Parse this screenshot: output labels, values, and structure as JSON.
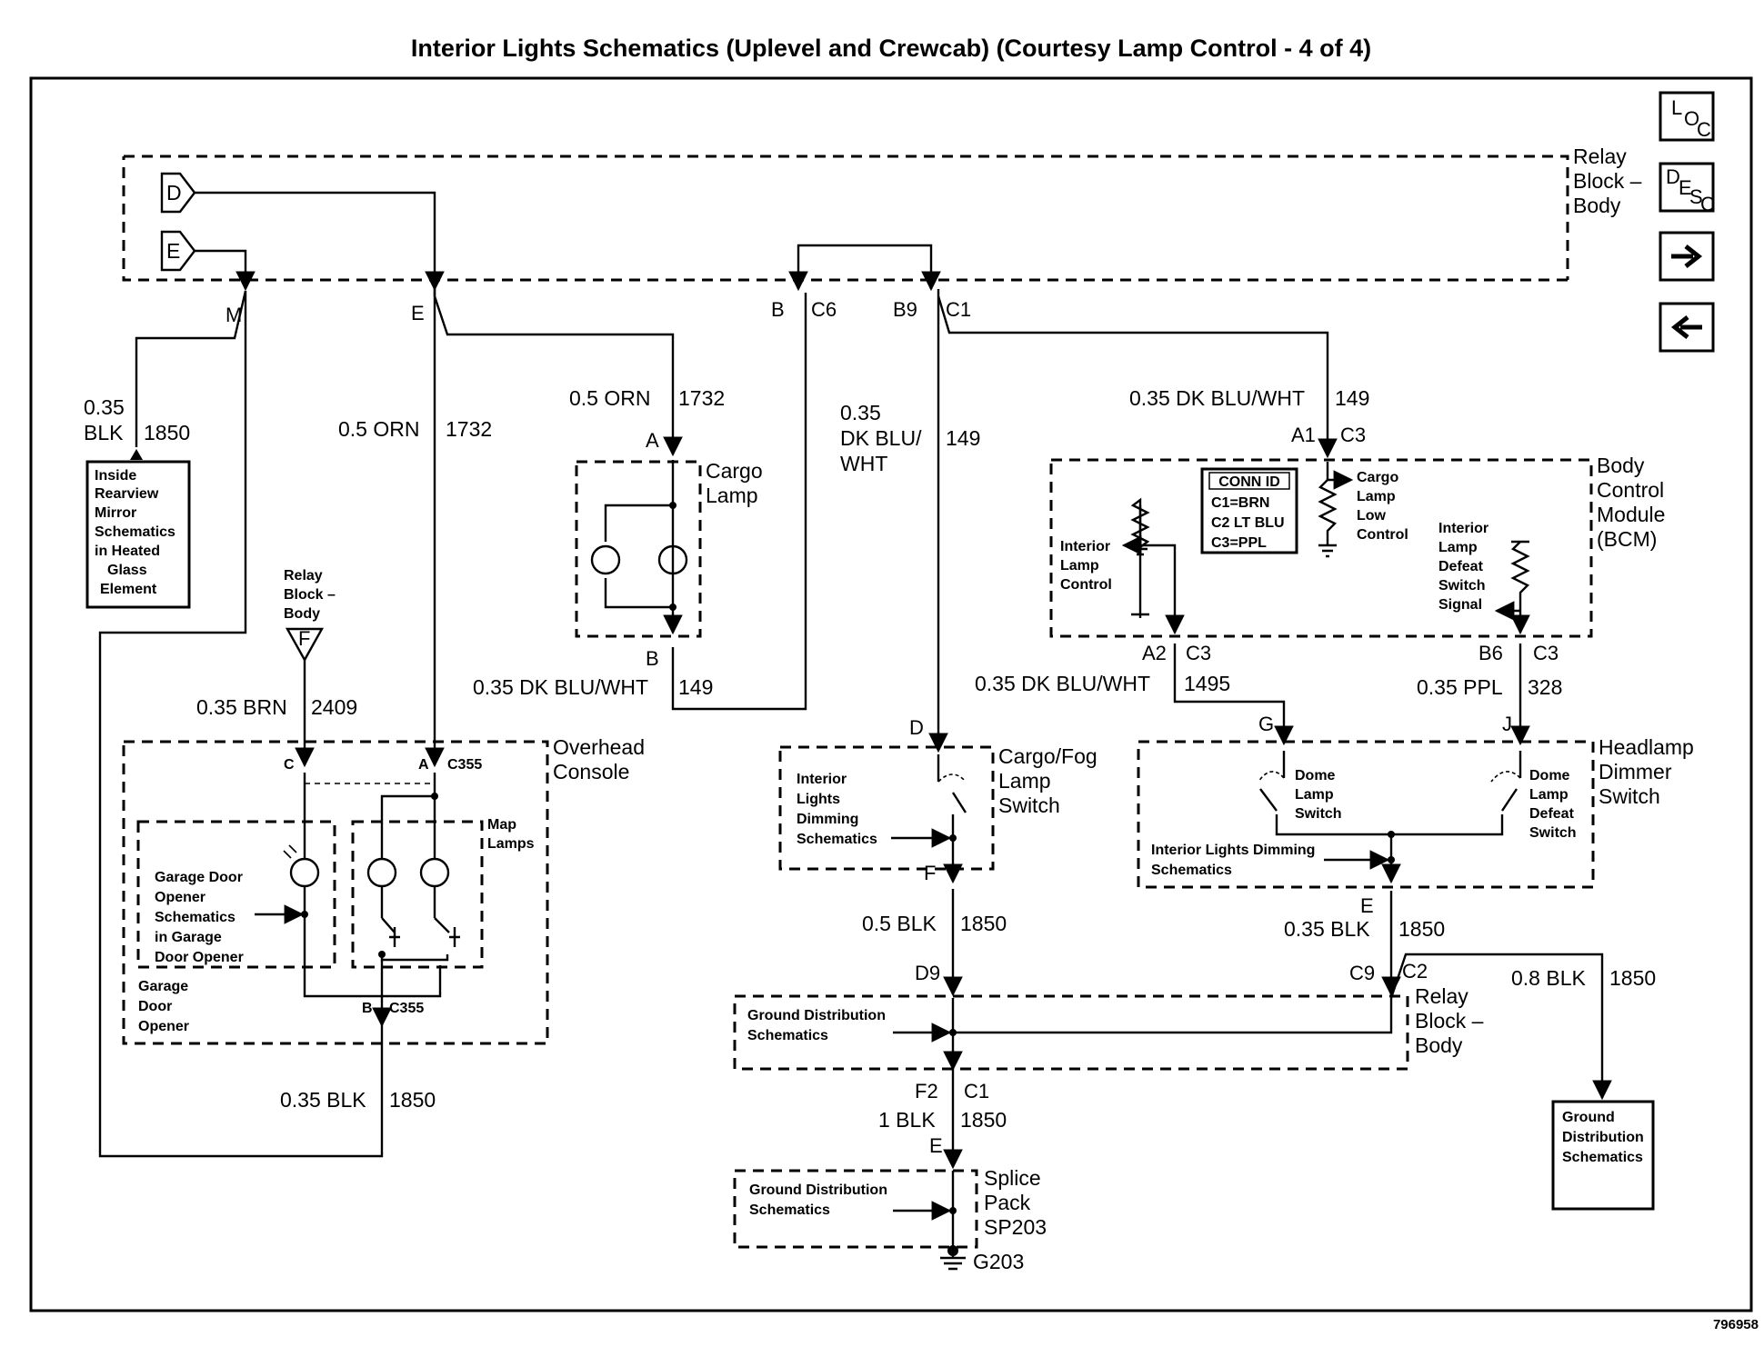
{
  "title": "Interior Lights Schematics (Uplevel and Crewcab) (Courtesy Lamp Control - 4 of 4)",
  "figure_id": "796958",
  "nav": {
    "loc": "LOC",
    "desc": "DESC",
    "next": "→",
    "prev": "←"
  },
  "relay_block_top": {
    "line1": "Relay",
    "line2": "Block –",
    "line3": "Body",
    "tag_d": "D",
    "tag_e": "E"
  },
  "pins_top": {
    "m": "M",
    "e": "E",
    "b": "B",
    "c6": "C6",
    "b9": "B9",
    "c1": "C1"
  },
  "mirror_wire": {
    "gauge": "0.35",
    "color": "BLK",
    "circuit": "1850"
  },
  "mirror_box": [
    "Inside",
    "Rearview",
    "Mirror",
    "Schematics",
    "in Heated",
    "Glass",
    "Element"
  ],
  "orn_wire_left": {
    "label": "0.5 ORN",
    "circuit": "1732"
  },
  "orn_wire_cargo": {
    "label": "0.5 ORN",
    "circuit": "1732"
  },
  "cargo_lamp": {
    "line1": "Cargo",
    "line2": "Lamp",
    "pin_a": "A",
    "pin_b": "B"
  },
  "cargo_return_wire": {
    "label": "0.35 DK BLU/WHT",
    "circuit": "149"
  },
  "center_wire": {
    "gauge": "0.35",
    "color1": "DK BLU/",
    "color2": "WHT",
    "circuit": "149"
  },
  "bcm_in_wire": {
    "label": "0.35 DK BLU/WHT",
    "circuit": "149",
    "pin": "A1",
    "conn": "C3"
  },
  "conn_id": {
    "header": "CONN ID",
    "rows": [
      "C1=BRN",
      "C2 LT BLU",
      "C3=PPL"
    ]
  },
  "bcm": {
    "line1": "Body",
    "line2": "Control",
    "line3": "Module",
    "line4": "(BCM)",
    "cargo_low": [
      "Cargo",
      "Lamp",
      "Low",
      "Control"
    ],
    "interior_ctrl": [
      "Interior",
      "Lamp",
      "Control"
    ],
    "defeat": [
      "Interior",
      "Lamp",
      "Defeat",
      "Switch",
      "Signal"
    ],
    "pin_a2": "A2",
    "conn_a2": "C3",
    "pin_b6": "B6",
    "conn_b6": "C3"
  },
  "dimmer_wire": {
    "label": "0.35 DK BLU/WHT",
    "circuit": "1495"
  },
  "ppl_wire": {
    "label": "0.35 PPL",
    "circuit": "328"
  },
  "relay_feed": {
    "line1": "Relay",
    "line2": "Block –",
    "line3": "Body",
    "tag": "F"
  },
  "brn_wire": {
    "label": "0.35 BRN",
    "circuit": "2409"
  },
  "overhead": {
    "line1": "Overhead",
    "line2": "Console",
    "pin_c": "C",
    "pin_a": "A",
    "conn_a": "C355",
    "pin_b": "B",
    "conn_b": "C355",
    "map_lamps": [
      "Map",
      "Lamps"
    ],
    "gdo_schem": [
      "Garage Door",
      "Opener",
      "Schematics",
      "in Garage",
      "Door Opener"
    ],
    "gdo": [
      "Garage",
      "Door",
      "Opener"
    ]
  },
  "overhead_ground": {
    "label": "0.35 BLK",
    "circuit": "1850"
  },
  "cargo_fog": {
    "line1": "Cargo/Fog",
    "line2": "Lamp",
    "line3": "Switch",
    "pin_d": "D",
    "pin_f": "F",
    "dimming": [
      "Interior",
      "Lights",
      "Dimming",
      "Schematics"
    ]
  },
  "headlamp": {
    "line1": "Headlamp",
    "line2": "Dimmer",
    "line3": "Switch",
    "pin_g": "G",
    "pin_j": "J",
    "pin_e": "E",
    "dome": [
      "Dome",
      "Lamp",
      "Switch"
    ],
    "defeat": [
      "Dome",
      "Lamp",
      "Defeat",
      "Switch"
    ],
    "dimming": [
      "Interior Lights Dimming",
      "Schematics"
    ]
  },
  "f_wire": {
    "label": "0.5 BLK",
    "circuit": "1850"
  },
  "e_wire": {
    "label": "0.35 BLK",
    "circuit": "1850"
  },
  "relay_bottom": {
    "pin_d9": "D9",
    "pin_c9": "C9",
    "conn": "C2",
    "line1": "Relay",
    "line2": "Block –",
    "line3": "Body",
    "gd": [
      "Ground Distribution",
      "Schematics"
    ]
  },
  "right_ground_wire": {
    "label": "0.8 BLK",
    "circuit": "1850"
  },
  "ground_dist_box": [
    "Ground",
    "Distribution",
    "Schematics"
  ],
  "splice_feed": {
    "pin_f2": "F2",
    "conn": "C1",
    "label": "1 BLK",
    "circuit": "1850",
    "pin_e": "E"
  },
  "splice": {
    "line1": "Splice",
    "line2": "Pack",
    "line3": "SP203",
    "gd": [
      "Ground Distribution",
      "Schematics"
    ],
    "ground": "G203"
  }
}
